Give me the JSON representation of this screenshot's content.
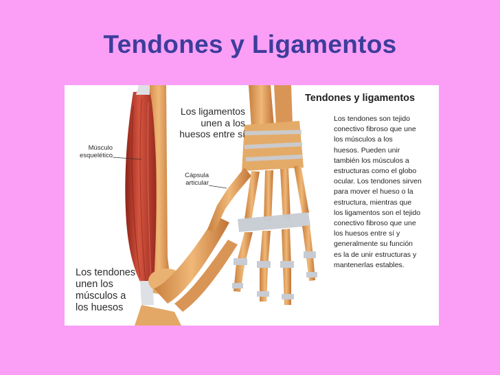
{
  "slide": {
    "title": "Tendones y Ligamentos"
  },
  "figure": {
    "label_ligaments": [
      "Los ligamentos",
      "unen a los",
      "huesos entre sí"
    ],
    "label_muscle": [
      "Músculo",
      "esquelético"
    ],
    "label_capsule": [
      "Cápsula",
      "articular"
    ],
    "label_tendons": [
      "Los tendones",
      "unen los",
      "músculos a",
      "los huesos"
    ],
    "side_title": "Tendones y ligamentos",
    "side_text_lines": [
      "Los tendones son tejido",
      "conectivo fibroso que une",
      "los músculos a los",
      "huesos. Pueden unir",
      "también los músculos a",
      "estructuras como el globo",
      "ocular. Los tendones sirven",
      "para mover el hueso o la",
      "estructura, mientras que",
      "los ligamentos son el tejido",
      "conectivo fibroso que une",
      "los huesos entre sí y",
      "generalmente su función",
      "es la de unir estructuras y",
      "mantenerlas estables."
    ]
  },
  "colors": {
    "background": "#fb9ff6",
    "title": "#3d3d9b",
    "bone": "#e0a060",
    "muscle": "#b8352c",
    "ligament": "#c7ccd4"
  }
}
